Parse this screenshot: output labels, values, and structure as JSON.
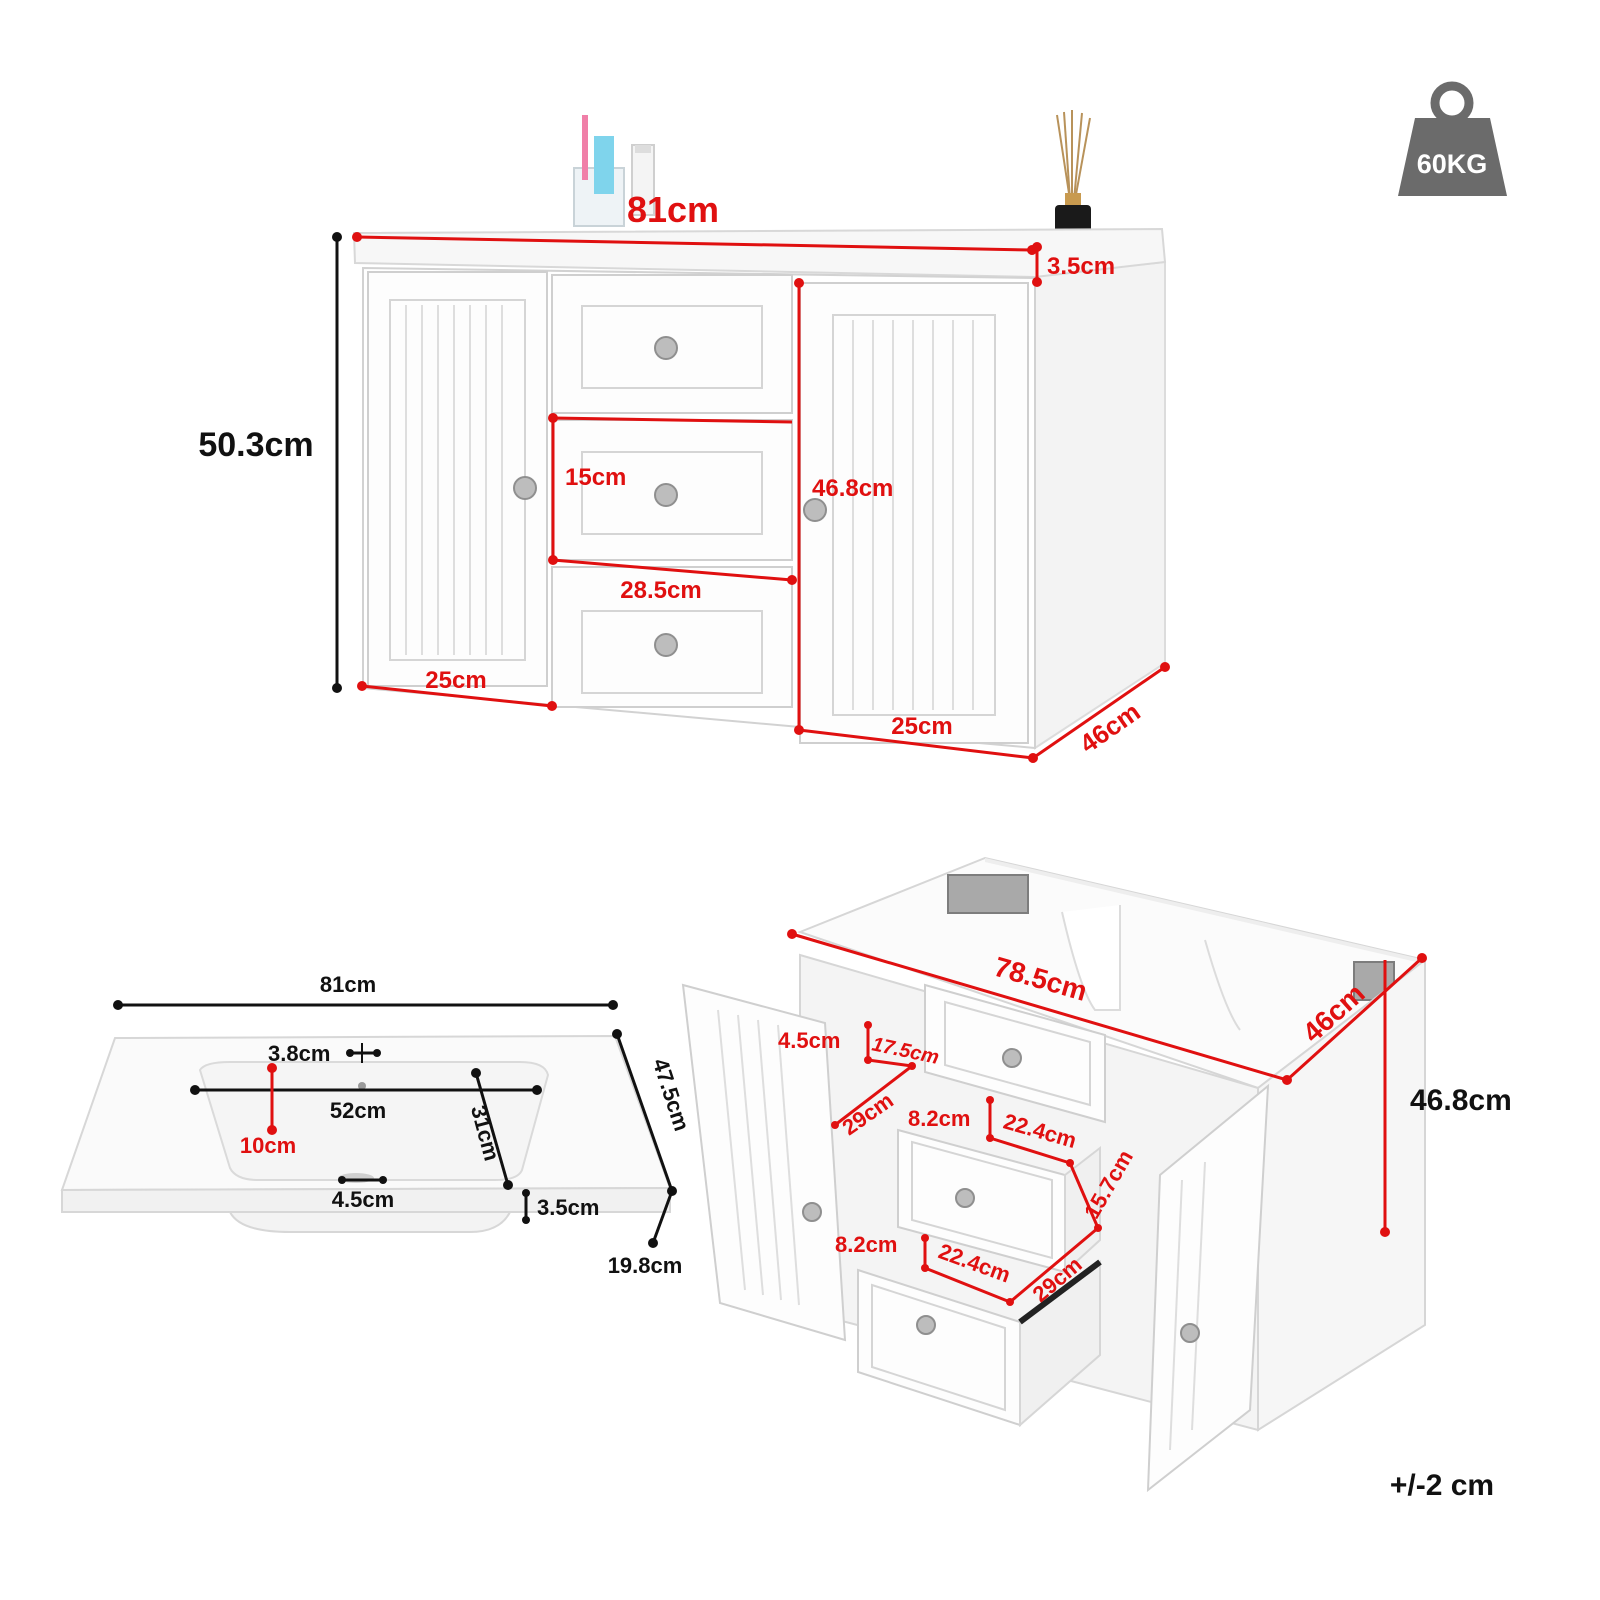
{
  "weight_badge": {
    "label": "60KG",
    "icon": "weight-icon"
  },
  "tolerance": "+/-2 cm",
  "colors": {
    "dimension_red": "#e01010",
    "dimension_black": "#111111",
    "cabinet_white": "#ffffff",
    "badge_gray": "#6b6b6b"
  },
  "front_view": {
    "top_width": "81cm",
    "countertop_thickness": "3.5cm",
    "total_height": "50.3cm",
    "cabinet_height": "46.8cm",
    "drawer_height": "15cm",
    "drawer_width": "28.5cm",
    "left_door_width": "25cm",
    "right_door_width": "25cm",
    "depth": "46cm"
  },
  "sink_view": {
    "width": "81cm",
    "faucet_hole": "3.8cm",
    "bowl_width": "52cm",
    "bowl_depth_front": "10cm",
    "bowl_length": "31cm",
    "depth": "47.5cm",
    "drain": "4.5cm",
    "rim_thickness": "3.5cm",
    "bowl_height": "19.8cm"
  },
  "open_view": {
    "inner_width": "78.5cm",
    "depth": "46cm",
    "height": "46.8cm",
    "top_drawer_height": "4.5cm",
    "top_drawer_width": "17.5cm",
    "top_drawer_depth": "29cm",
    "mid_drawer_height": "8.2cm",
    "mid_drawer_width": "22.4cm",
    "mid_drawer_front": "15.7cm",
    "low_drawer_height": "8.2cm",
    "low_drawer_width": "22.4cm",
    "low_drawer_depth": "29cm"
  }
}
